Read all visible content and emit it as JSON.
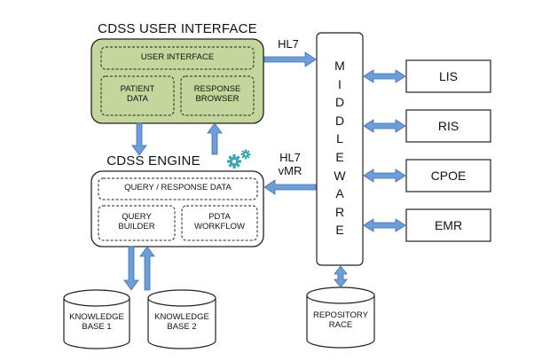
{
  "ui_block": {
    "title": "CDSS USER INTERFACE",
    "user_interface": "USER INTERFACE",
    "patient_data": [
      "PATIENT",
      "DATA"
    ],
    "response_browser": [
      "RESPONSE",
      "BROWSER"
    ]
  },
  "engine_block": {
    "title": "CDSS ENGINE",
    "query_response": "QUERY / RESPONSE DATA",
    "query_builder": [
      "QUERY",
      "BUILDER"
    ],
    "pdta_workflow": [
      "PDTA",
      "WORKFLOW"
    ]
  },
  "connectors": {
    "top_label": "HL7",
    "mid_label": [
      "HL7",
      "vMR"
    ]
  },
  "middleware": {
    "letters": [
      "M",
      "I",
      "D",
      "D",
      "L",
      "E",
      "W",
      "A",
      "R",
      "E"
    ]
  },
  "external_systems": [
    "LIS",
    "RIS",
    "CPOE",
    "EMR"
  ],
  "databases": {
    "kb1": [
      "KNOWLEDGE",
      "BASE 1"
    ],
    "kb2": [
      "KNOWLEDGE",
      "BASE 2"
    ],
    "repo": [
      "REPOSITORY",
      "RACE"
    ]
  },
  "colors": {
    "ui_fill": "#c3d69b",
    "arrow_fill": "#6d9ed8",
    "arrow_stroke": "#3f6fb0",
    "gear": "#3aa7b3",
    "line": "#222222"
  }
}
